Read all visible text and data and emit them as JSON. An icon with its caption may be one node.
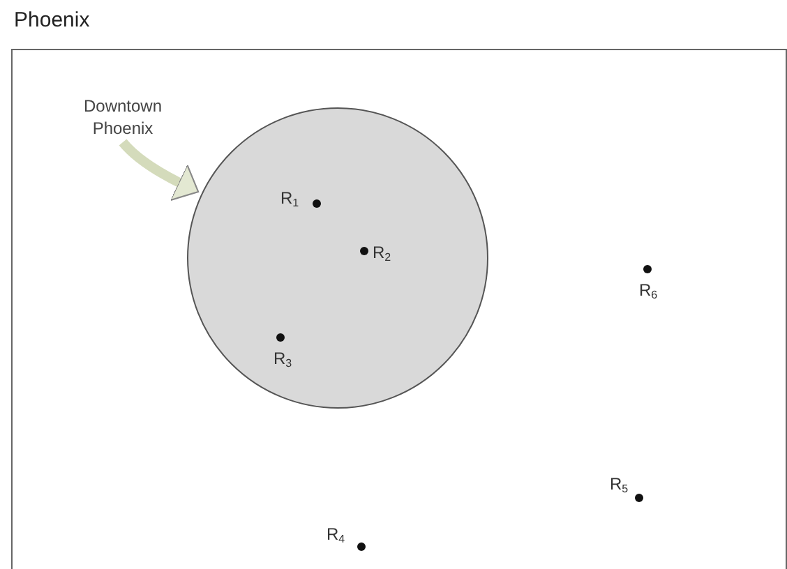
{
  "diagram": {
    "nodes": [
      {
        "text": [
          "Phoenix"
        ]
      },
      {
        "text": [],
        "shape": "circle",
        "in": 0
      },
      {
        "text": [
          "Downtown Phoenix"
        ],
        "in": 0
      }
    ],
    "edges": [
      {
        "from": 2,
        "to": 1,
        "arrow": "to"
      }
    ],
    "labels": [
      "R$_{1}$",
      "R$_{2}$",
      "R$_{6}$",
      "R$_{3}$",
      "R$_{5}$",
      "R$_{4}$"
    ]
  }
}
